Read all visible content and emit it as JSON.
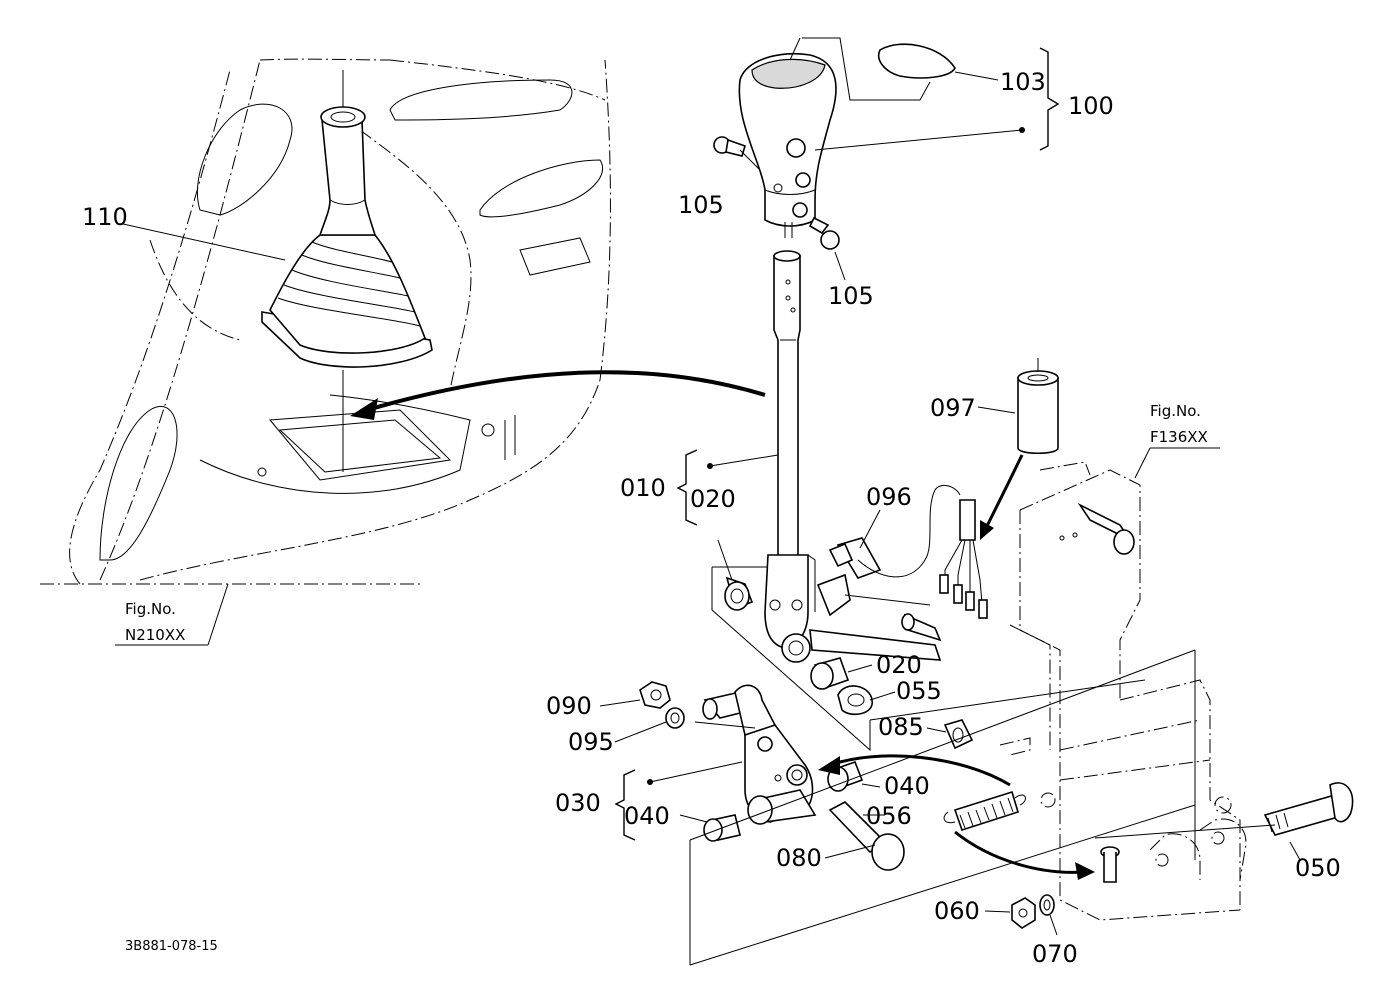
{
  "parts": {
    "p103": "103",
    "p100": "100",
    "p105a": "105",
    "p105b": "105",
    "p110": "110",
    "p097": "097",
    "p010": "010",
    "p020a": "020",
    "p096": "096",
    "p020b": "020",
    "p055": "055",
    "p090": "090",
    "p095": "095",
    "p085": "085",
    "p040a": "040",
    "p030": "030",
    "p040b": "040",
    "p056": "056",
    "p080": "080",
    "p050": "050",
    "p060": "060",
    "p070": "070"
  },
  "figures": {
    "right_label": "Fig.No.",
    "right_code": "F136XX",
    "left_label": "Fig.No.",
    "left_code": "N210XX"
  },
  "drawing_code": "3B881-078-15"
}
